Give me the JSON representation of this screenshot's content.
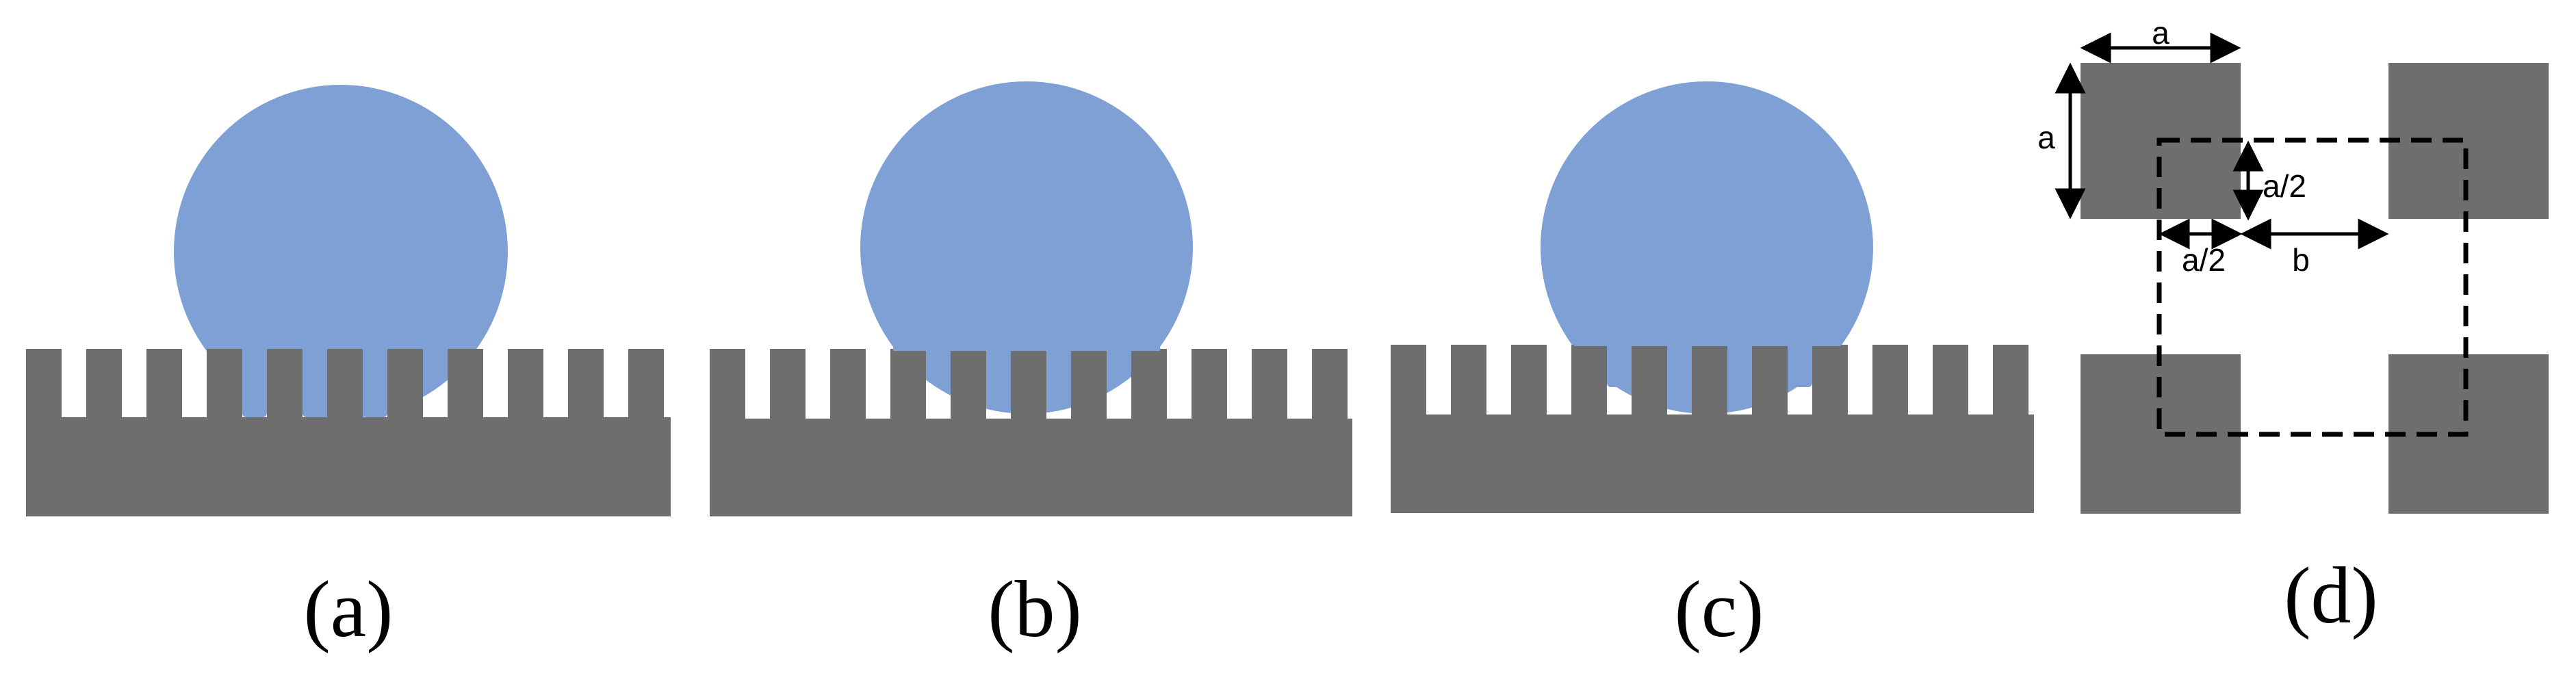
{
  "colors": {
    "solid": "#6d6e6d",
    "liquid": "#7fa0d5",
    "background": "#ffffff",
    "lines": "#000000"
  },
  "panels": [
    {
      "caption": "(a)",
      "wetting_state": "fully-wetted"
    },
    {
      "caption": "(b)",
      "wetting_state": "suspended"
    },
    {
      "caption": "(c)",
      "wetting_state": "partially-wetted"
    },
    {
      "caption": "(d)",
      "wetting_state": "unit-cell-top-view"
    }
  ],
  "dimension_labels": {
    "a_top": "a",
    "a_left": "a",
    "a_half_vertical": "a/2",
    "a_half_horizontal": "a/2",
    "b_gap": "b"
  }
}
